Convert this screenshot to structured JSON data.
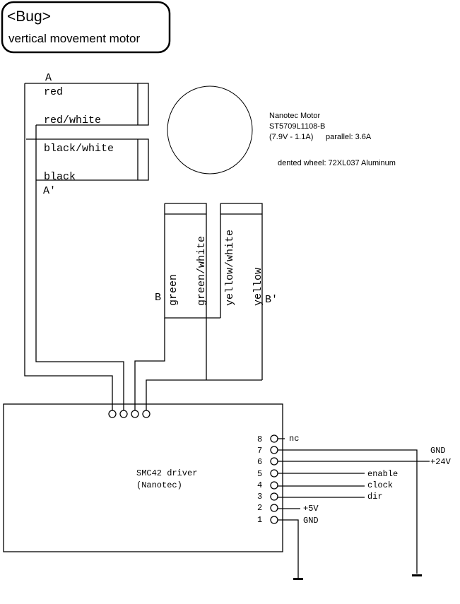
{
  "header": {
    "tag": "<Bug>",
    "subtitle": "vertical movement motor"
  },
  "coil_a": {
    "label": "A",
    "label_end": "A'",
    "wires": [
      "red",
      "red/white",
      "black/white",
      "black"
    ]
  },
  "coil_b": {
    "label": "B",
    "label_end": "B'",
    "wires": [
      "green",
      "green/white",
      "yellow/white",
      "yellow"
    ]
  },
  "motor": {
    "line1": "Nanotec Motor",
    "line2": "ST5709L1108-B",
    "line3": "(7.9V - 1.1A)",
    "parallel": "parallel: 3.6A",
    "wheel": "dented wheel: 72XL037 Aluminum"
  },
  "driver": {
    "name": "SMC42 driver",
    "maker": "(Nanotec)"
  },
  "pins": [
    {
      "num": "8",
      "label": "nc"
    },
    {
      "num": "7",
      "label": "GND"
    },
    {
      "num": "6",
      "label": "+24V"
    },
    {
      "num": "5",
      "label": "enable"
    },
    {
      "num": "4",
      "label": "clock"
    },
    {
      "num": "3",
      "label": "dir"
    },
    {
      "num": "2",
      "label": "+5V"
    },
    {
      "num": "1",
      "label": "GND"
    }
  ]
}
